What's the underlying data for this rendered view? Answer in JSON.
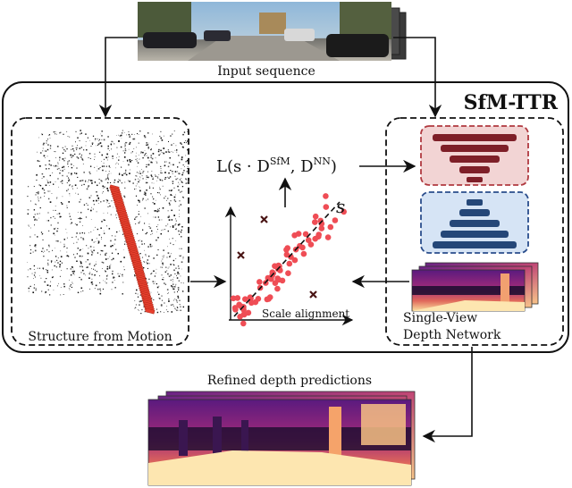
{
  "labels": {
    "input_sequence": "Input sequence",
    "framework_title": "SfM-TTR",
    "sfm_panel": "Structure from Motion",
    "depth_panel_line1": "Single-View",
    "depth_panel_line2": "Depth Network",
    "scale_alignment": "Scale alignment",
    "scale_symbol": "s",
    "refined": "Refined depth predictions"
  },
  "loss": {
    "prefix": "L(s · D",
    "sup1": "SfM",
    "mid": ", D",
    "sup2": "NN",
    "suffix": ")"
  },
  "colors": {
    "encoder_fill": "#f2d4d4",
    "encoder_stroke": "#b0393f",
    "encoder_bars": "#7e1f28",
    "decoder_fill": "#d6e4f5",
    "decoder_stroke": "#2a4d8c",
    "decoder_bars": "#254778",
    "scatter_points": "#ef4d55",
    "trajectory": "#e8402e",
    "outlier_marks": "#4a1515"
  }
}
